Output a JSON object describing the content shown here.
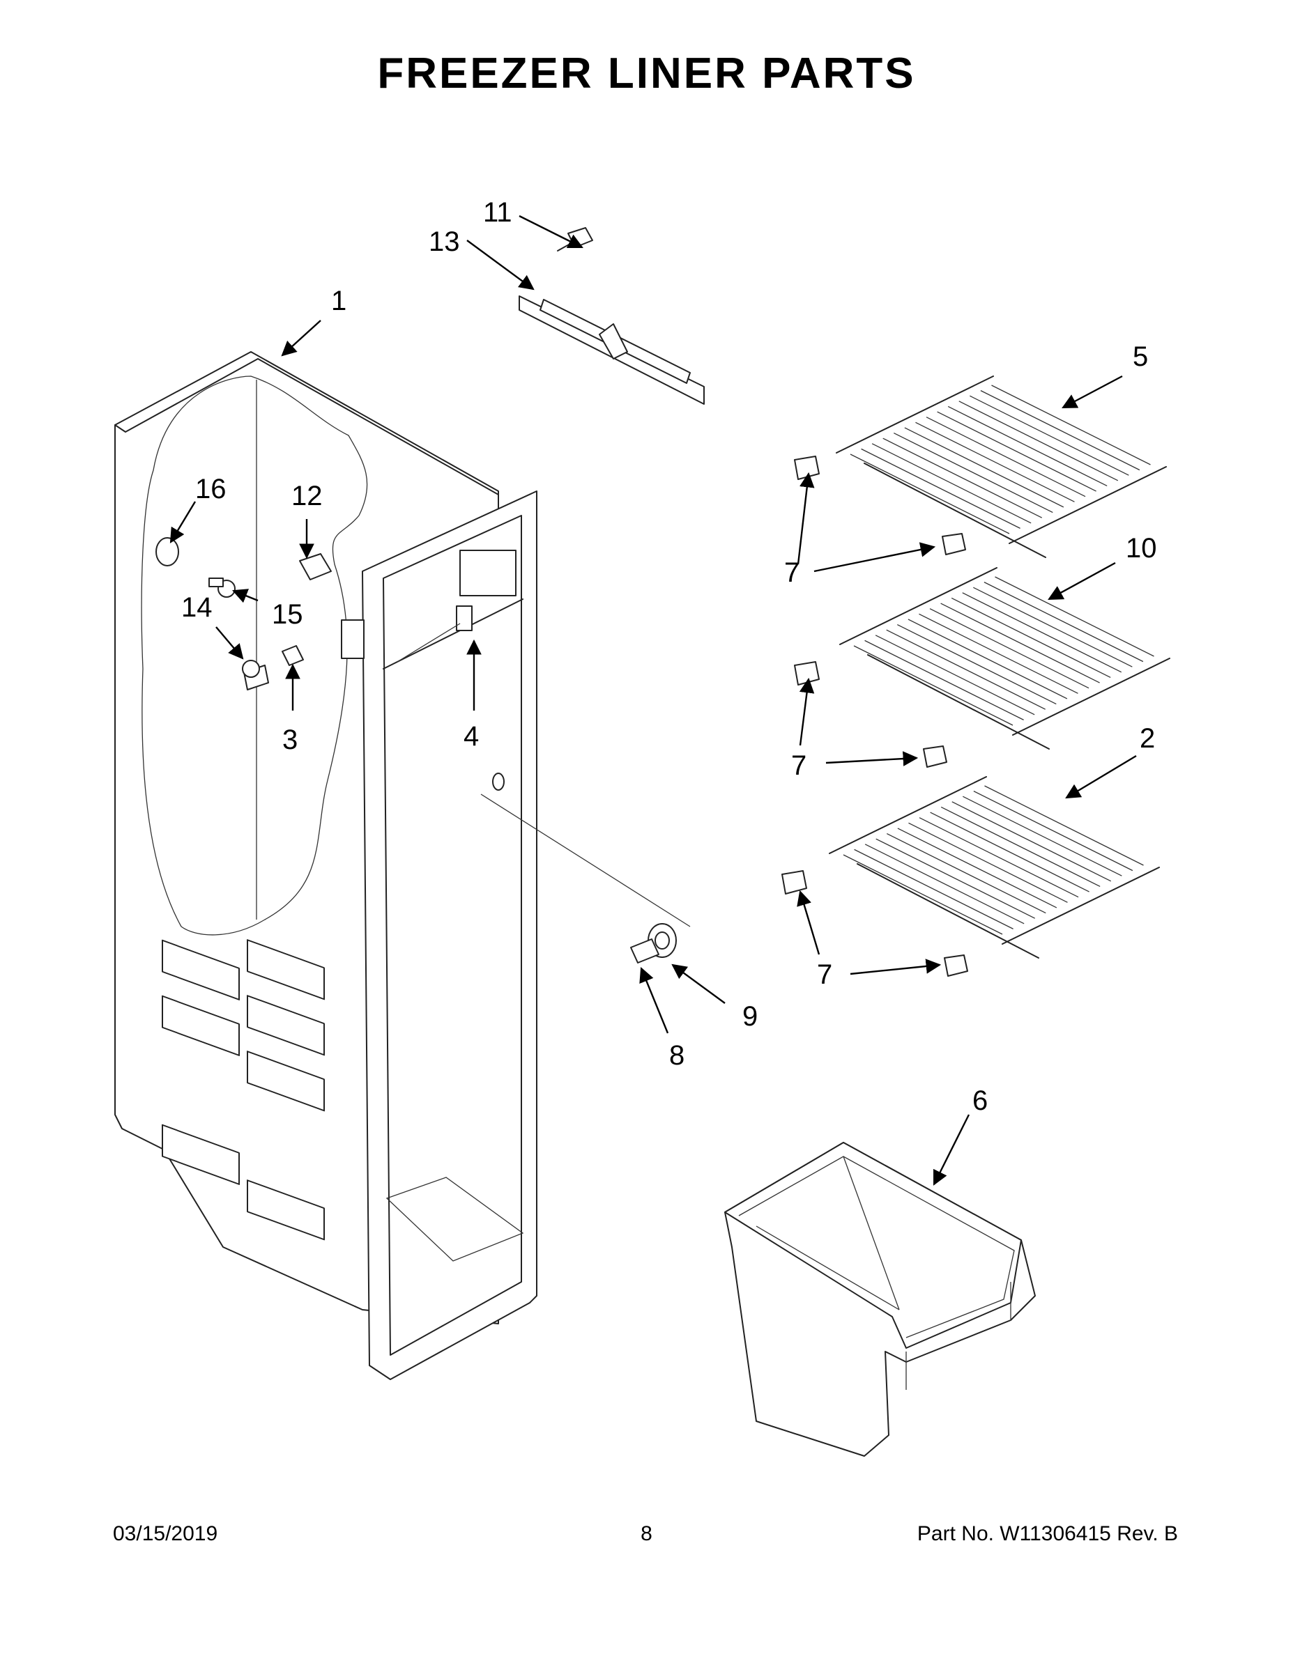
{
  "title": "FREEZER LINER PARTS",
  "footer": {
    "date": "03/15/2019",
    "page": "8",
    "part_number": "Part No.  W11306415  Rev.  B"
  },
  "callouts": [
    {
      "id": "c1",
      "label": "1"
    },
    {
      "id": "c2",
      "label": "2"
    },
    {
      "id": "c3",
      "label": "3"
    },
    {
      "id": "c4",
      "label": "4"
    },
    {
      "id": "c5",
      "label": "5"
    },
    {
      "id": "c6",
      "label": "6"
    },
    {
      "id": "c7a",
      "label": "7"
    },
    {
      "id": "c7b",
      "label": "7"
    },
    {
      "id": "c7c",
      "label": "7"
    },
    {
      "id": "c8",
      "label": "8"
    },
    {
      "id": "c9",
      "label": "9"
    },
    {
      "id": "c10",
      "label": "10"
    },
    {
      "id": "c11",
      "label": "11"
    },
    {
      "id": "c12",
      "label": "12"
    },
    {
      "id": "c13",
      "label": "13"
    },
    {
      "id": "c14",
      "label": "14"
    },
    {
      "id": "c15",
      "label": "15"
    },
    {
      "id": "c16",
      "label": "16"
    }
  ]
}
